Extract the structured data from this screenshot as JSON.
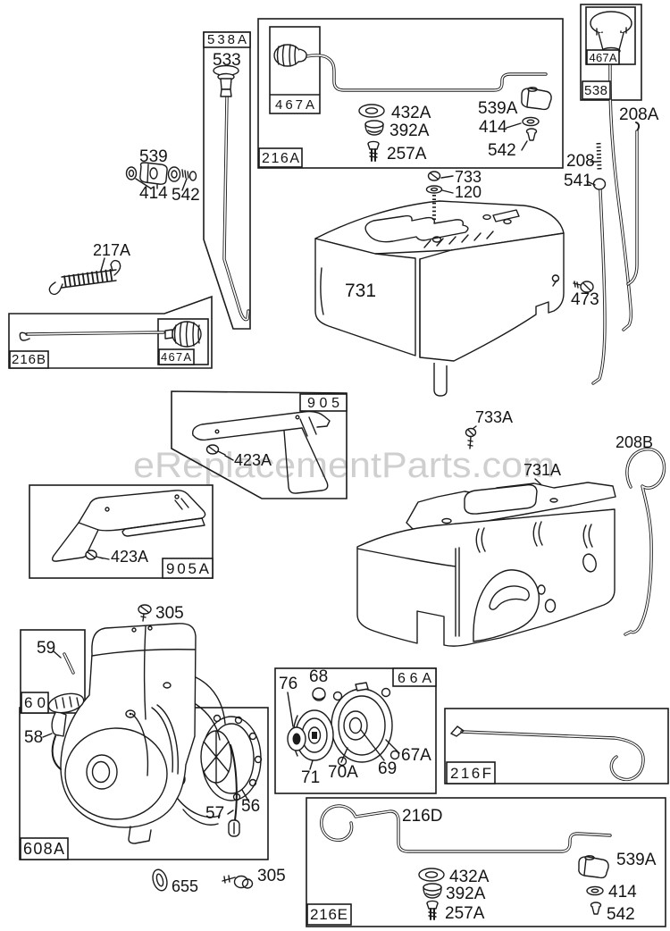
{
  "watermark": "eReplacementParts.com",
  "labels": {
    "box_538A": "538A",
    "p533": "533",
    "box_216A": "216A",
    "cap_467A_1": "467A",
    "p432A_1": "432A",
    "p392A_1": "392A",
    "p257A_1": "257A",
    "p539A_1": "539A",
    "p414_1": "414",
    "p542_1": "542",
    "box_538": "538",
    "cap_467A_2": "467A",
    "p208A": "208A",
    "p539": "539",
    "p414_2": "414",
    "p542_2": "542",
    "p217A": "217A",
    "box_216B": "216B",
    "cap_467A_3": "467A",
    "p731": "731",
    "p733": "733",
    "p120": "120",
    "p208": "208",
    "p541": "541",
    "p473": "473",
    "box_905": "905",
    "p423A_1": "423A",
    "box_905A": "905A",
    "p423A_2": "423A",
    "p733A": "733A",
    "p208B": "208B",
    "p731A": "731A",
    "p305_top": "305",
    "p59": "59",
    "p60": "60",
    "p58": "58",
    "box_66A": "66A",
    "p76": "76",
    "p68": "68",
    "p71": "71",
    "p70A": "70A",
    "p69": "69",
    "p67A": "67A",
    "box_216F": "216F",
    "box_608A": "608A",
    "p57": "57",
    "p56": "56",
    "p655": "655",
    "p305_bottom": "305",
    "box_216E": "216E",
    "p216D": "216D",
    "p432A_2": "432A",
    "p392A_2": "392A",
    "p257A_2": "257A",
    "p539A_2": "539A",
    "p414_3": "414",
    "p542_3": "542"
  }
}
